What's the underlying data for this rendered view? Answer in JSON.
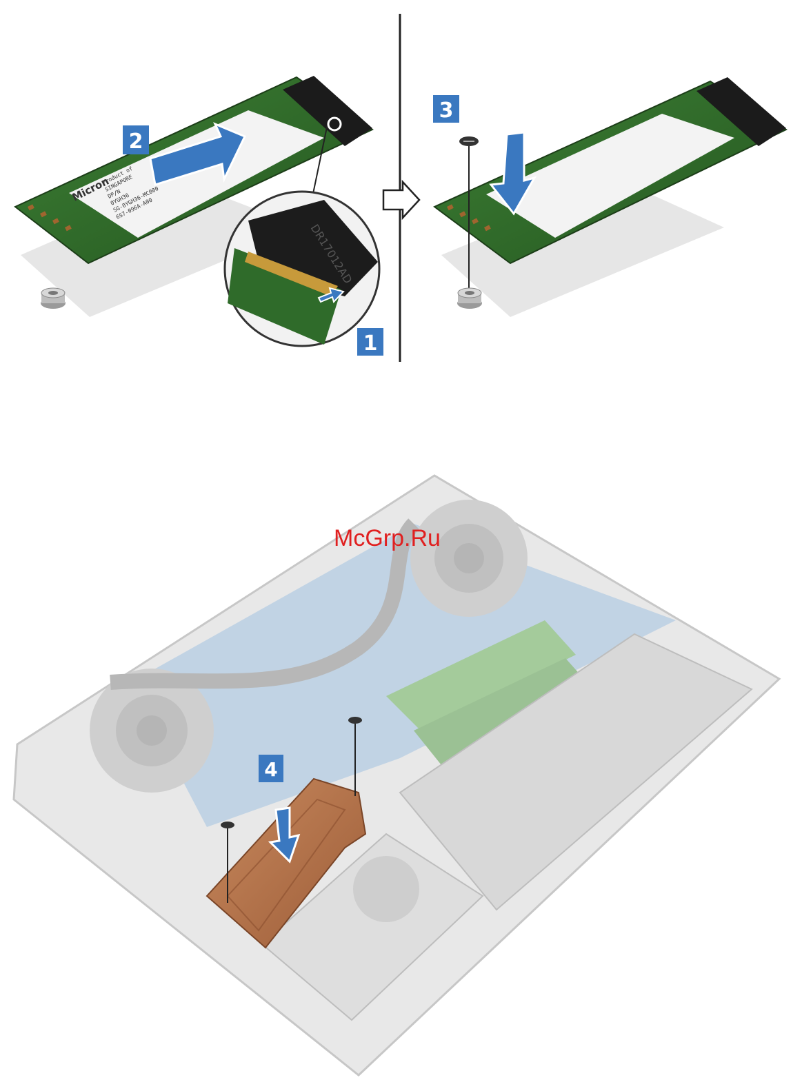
{
  "steps": [
    {
      "number": "1"
    },
    {
      "number": "2"
    },
    {
      "number": "3"
    },
    {
      "number": "4"
    }
  ],
  "watermark": "McGrp.Ru",
  "ssd_label": {
    "brand": "Micron",
    "lines": [
      "Product of",
      "SINGAPORE",
      "DP/N",
      "0YGH36",
      "SG-0YGH36-MC000",
      "6S7-096A-A00"
    ]
  },
  "connector_text": "DR17012AD",
  "colors": {
    "step_badge": "#3a78c0",
    "arrow": "#3a78c0",
    "pcb": "#2f6b2a",
    "copper_shield": "#b8734a",
    "watermark": "#e02020"
  }
}
